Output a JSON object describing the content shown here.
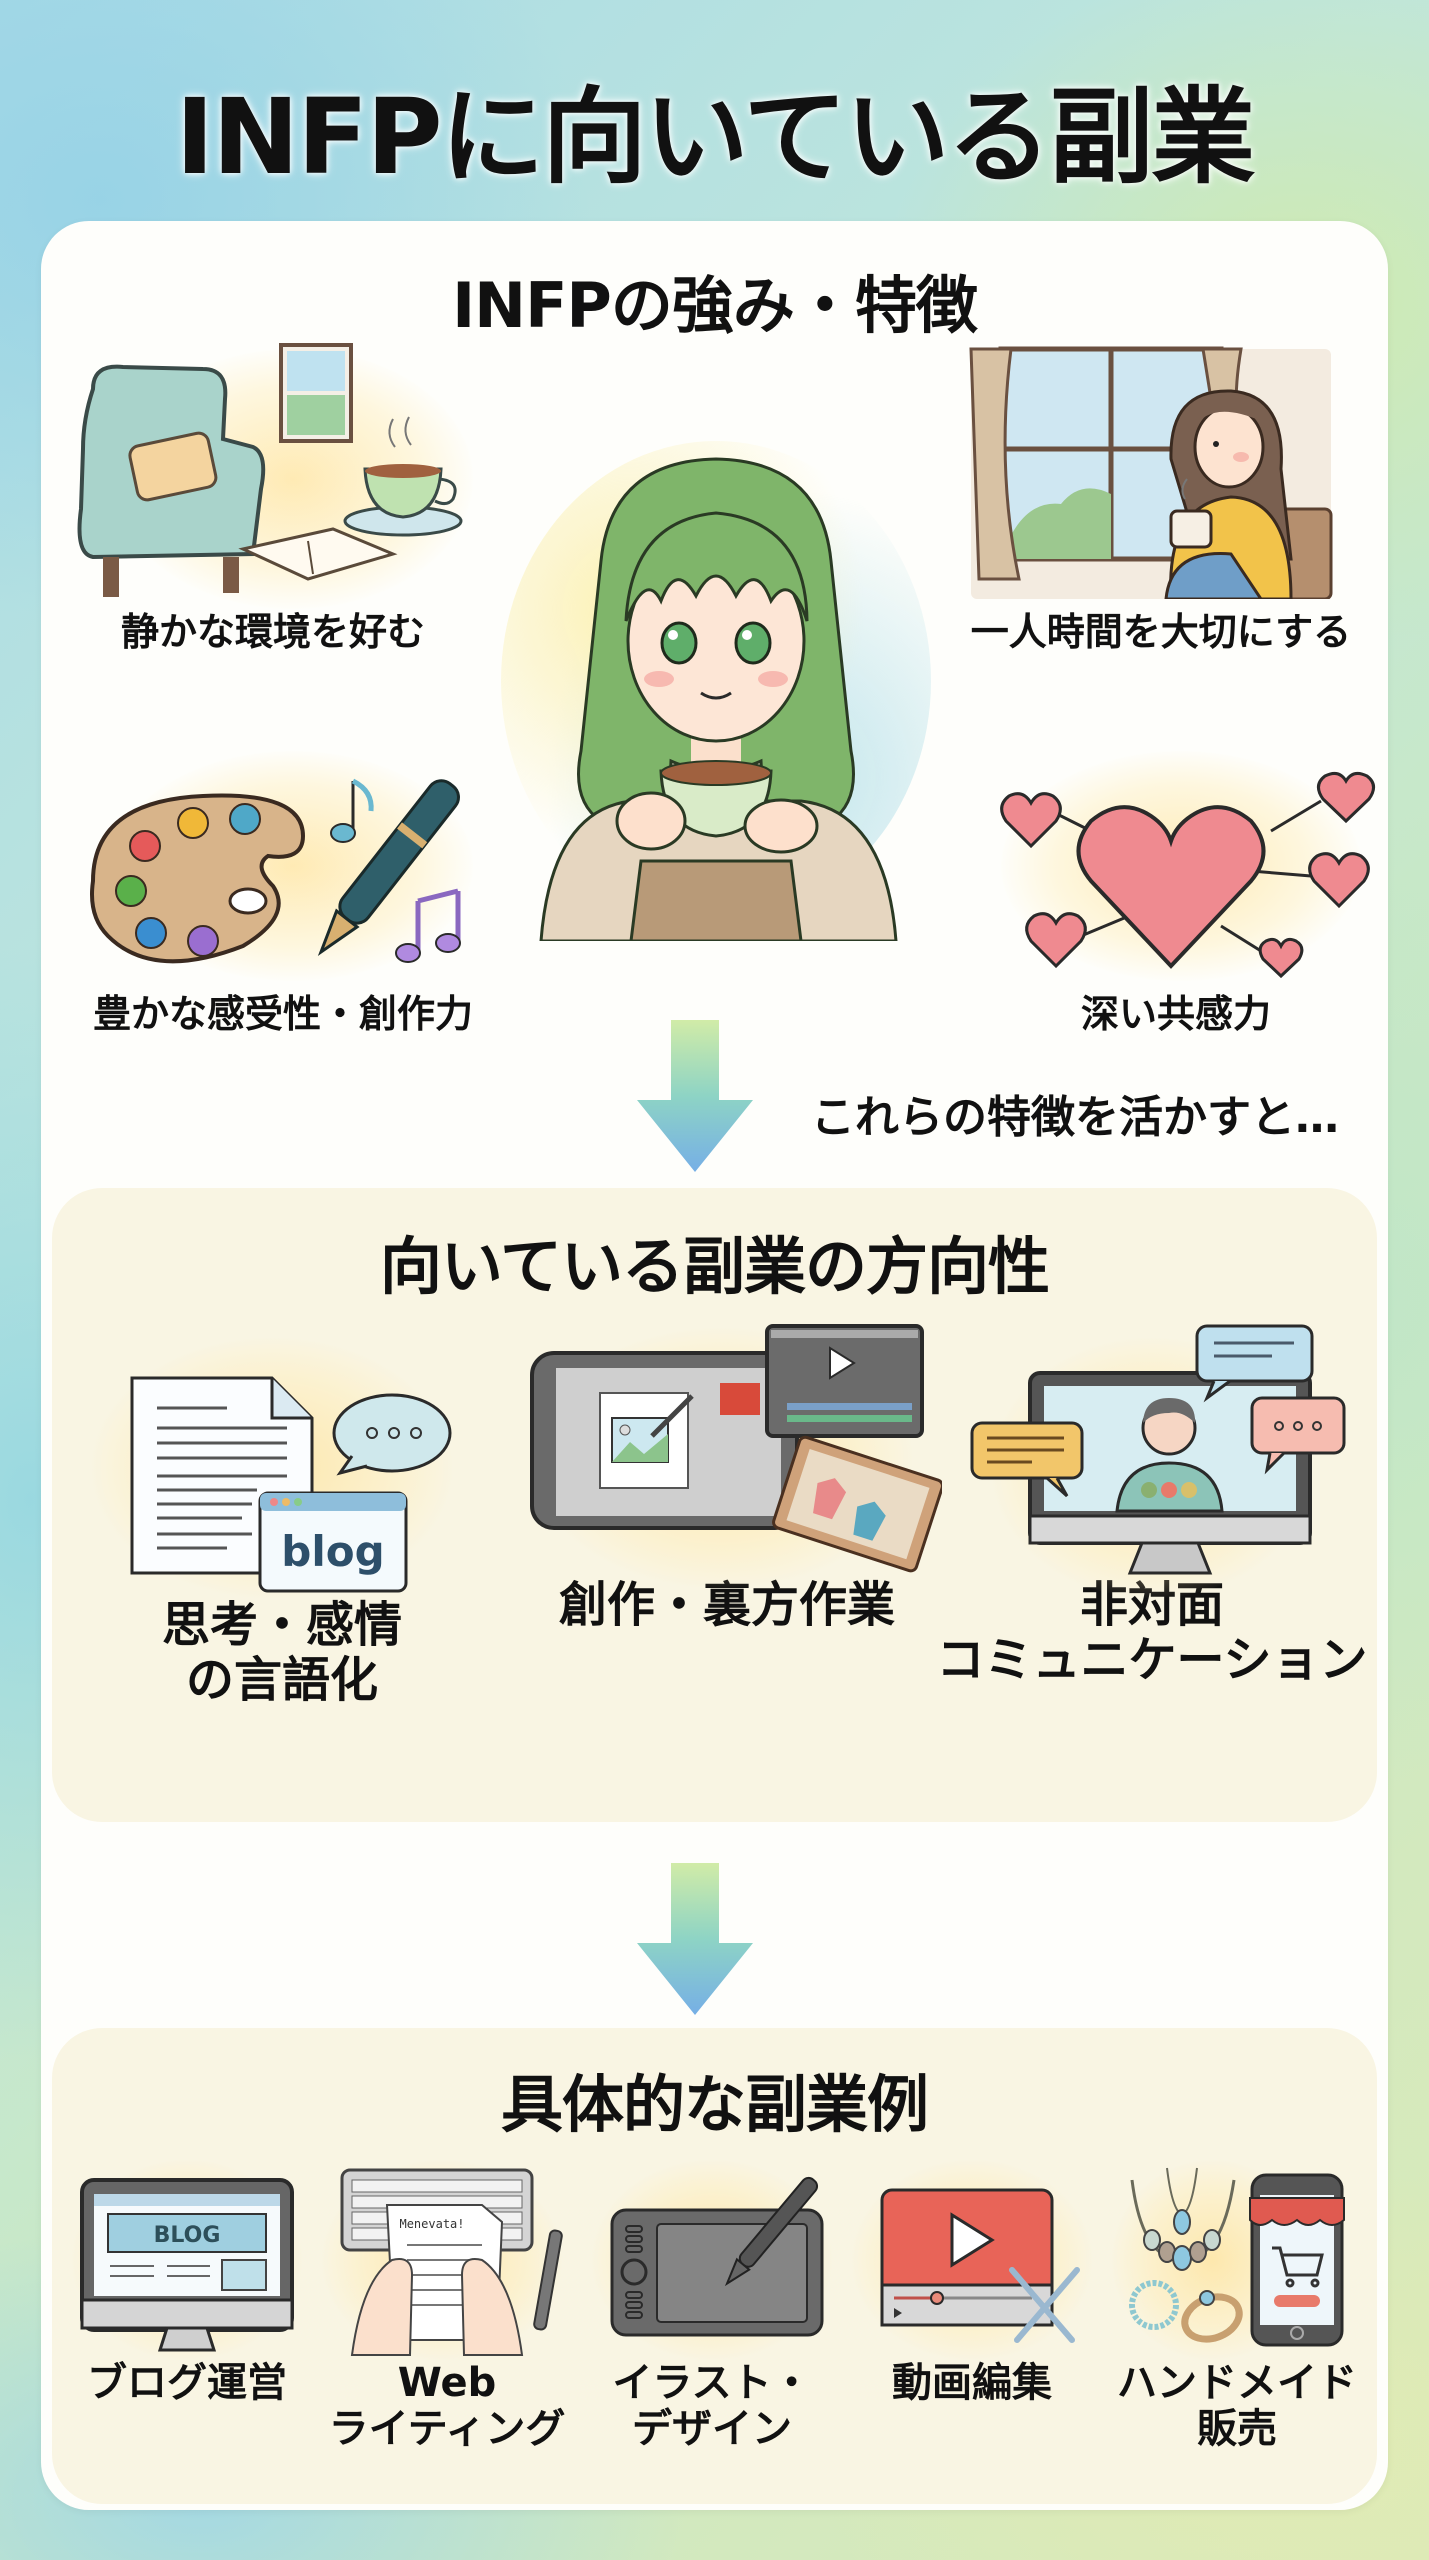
{
  "title": "INFPに向いている副業",
  "strengths": {
    "heading": "INFPの強み・特徴",
    "items": [
      {
        "label": "静かな環境を好む",
        "icon": "armchair-tea-book-icon"
      },
      {
        "label": "一人時間を大切にする",
        "icon": "woman-by-window-icon"
      },
      {
        "label": "豊かな感受性・創作力",
        "icon": "palette-pen-music-icon"
      },
      {
        "label": "深い共感力",
        "icon": "hearts-network-icon"
      }
    ],
    "center_icon": "green-haired-girl-with-tea-icon"
  },
  "transition_caption": "これらの特徴を活かすと…",
  "directions": {
    "heading": "向いている副業の方向性",
    "items": [
      {
        "line1": "思考・感情",
        "line2": "の言語化",
        "icon": "document-blog-chat-icon",
        "blog_text": "blog"
      },
      {
        "line1": "創作・裏方作業",
        "line2": "",
        "icon": "tablet-video-editor-icon"
      },
      {
        "line1": "非対面",
        "line2": "コミュニケーション",
        "icon": "video-call-monitor-icon"
      }
    ]
  },
  "examples": {
    "heading": "具体的な副業例",
    "items": [
      {
        "line1": "ブログ運営",
        "line2": "",
        "icon": "blog-monitor-icon",
        "screen_text": "BLOG"
      },
      {
        "line1": "Web",
        "line2": "ライティング",
        "icon": "keyboard-typing-icon",
        "paper_text": "Menevata!"
      },
      {
        "line1": "イラスト・",
        "line2": "デザイン",
        "icon": "pen-tablet-icon"
      },
      {
        "line1": "動画編集",
        "line2": "",
        "icon": "video-edit-tools-icon"
      },
      {
        "line1": "ハンドメイド",
        "line2": "販売",
        "icon": "jewelry-shop-phone-icon"
      }
    ]
  },
  "colors": {
    "card_bg": "#fefefb",
    "panel_bg": "#f9f5e3",
    "arrow_top": "#c9e89a",
    "arrow_bottom": "#6aa8e0",
    "text": "#111111"
  }
}
